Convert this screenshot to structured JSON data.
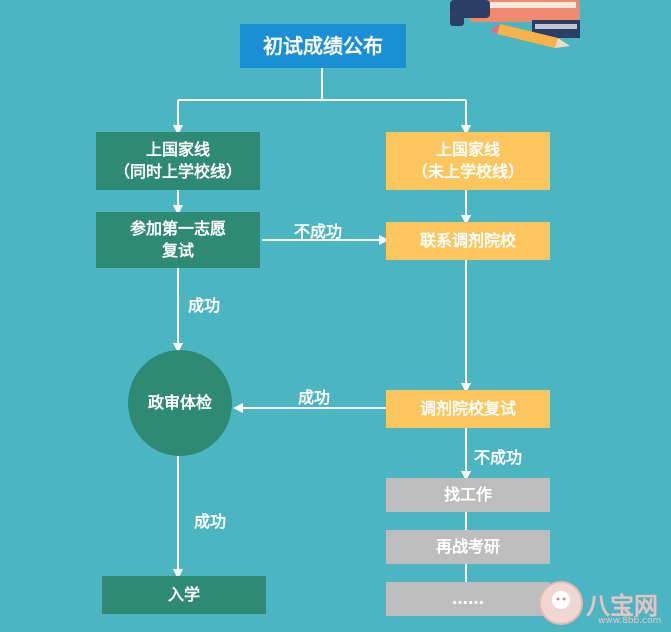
{
  "title": "初试成绩公布",
  "left_branch": {
    "line1": "上国家线",
    "line2": "（同时上学校线）"
  },
  "right_branch": {
    "line1": "上国家线",
    "line2": "（未上学校线）"
  },
  "first_choice": {
    "line1": "参加第一志愿",
    "line2": "复试"
  },
  "contact_adjust": "联系调剂院校",
  "political_check": "政审体检",
  "adjust_retest": "调剂院校复试",
  "enroll": "入学",
  "alternatives": [
    "找工作",
    "再战考研",
    "……"
  ],
  "labels": {
    "fail_1": "不成功",
    "success_1": "成功",
    "success_2": "成功",
    "success_3": "成功",
    "fail_2": "不成功"
  },
  "watermark": {
    "text": "八宝网",
    "url": "www.8bb.com"
  },
  "colors": {
    "background": "#4bb6c2",
    "title_box": "#1a8fd6",
    "green_box": "#2f8a74",
    "yellow_box": "#fcc55e",
    "gray_box": "#bdbdbd",
    "lines": "#ffffff"
  }
}
